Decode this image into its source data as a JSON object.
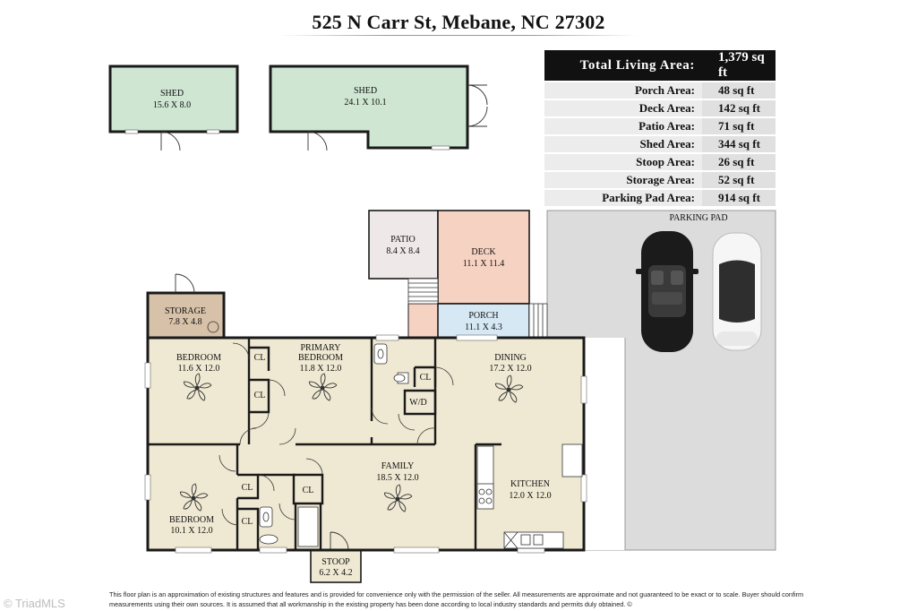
{
  "title": "525 N Carr St, Mebane, NC 27302",
  "area_table": {
    "header": {
      "label": "Total Living Area:",
      "value": "1,379 sq ft"
    },
    "rows": [
      {
        "label": "Porch Area:",
        "value": "48 sq ft"
      },
      {
        "label": "Deck Area:",
        "value": "142 sq ft"
      },
      {
        "label": "Patio Area:",
        "value": "71 sq ft"
      },
      {
        "label": "Shed Area:",
        "value": "344 sq ft"
      },
      {
        "label": "Stoop Area:",
        "value": "26 sq ft"
      },
      {
        "label": "Storage Area:",
        "value": "52 sq ft"
      },
      {
        "label": "Parking Pad Area:",
        "value": "914 sq ft"
      }
    ]
  },
  "rooms": {
    "shed1": {
      "name": "SHED",
      "dim": "15.6 X 8.0"
    },
    "shed2": {
      "name": "SHED",
      "dim": "24.1 X 10.1"
    },
    "patio": {
      "name": "PATIO",
      "dim": "8.4 X 8.4"
    },
    "deck": {
      "name": "DECK",
      "dim": "11.1 X 11.4"
    },
    "porch": {
      "name": "PORCH",
      "dim": "11.1 X 4.3"
    },
    "parking": {
      "name": "PARKING PAD"
    },
    "storage": {
      "name": "STORAGE",
      "dim": "7.8 X 4.8"
    },
    "bedroom1": {
      "name": "BEDROOM",
      "dim": "11.6 X 12.0"
    },
    "primary": {
      "name1": "PRIMARY",
      "name2": "BEDROOM",
      "dim": "11.8 X 12.0"
    },
    "dining": {
      "name": "DINING",
      "dim": "17.2 X 12.0"
    },
    "family": {
      "name": "FAMILY",
      "dim": "18.5 X 12.0"
    },
    "kitchen": {
      "name": "KITCHEN",
      "dim": "12.0 X 12.0"
    },
    "bedroom2": {
      "name": "BEDROOM",
      "dim": "10.1 X 12.0"
    },
    "stoop": {
      "name": "STOOP",
      "dim": "6.2 X 4.2"
    },
    "closet_label": "CL",
    "wd_label": "W/D"
  },
  "colors": {
    "living": "#efe8d2",
    "shed": "#cfe6d3",
    "storage": "#d7c1a8",
    "deck": "#f6d2c2",
    "porch": "#d6e8f4",
    "patio": "#efe8e8",
    "parking": "#dcdcdc",
    "wall": "#1a1a1a"
  },
  "disclaimer": "This floor plan is an approximation of existing structures and features and is provided for convenience only with the permission of the seller.  All measurements are approximate and not guaranteed to be exact or to scale.  Buyer should confirm measurements using their own sources.  It is assumed that all workmanship in the existing property has been done according to local industry standards and permits duly obtained.  ©",
  "watermark": "© TriadMLS"
}
